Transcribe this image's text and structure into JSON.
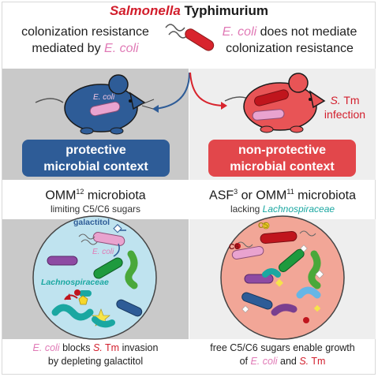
{
  "title": {
    "genus": "Salmonella",
    "species": "Typhimurium"
  },
  "top_left": {
    "line1": "colonization resistance",
    "line2_prefix": "mediated by ",
    "line2_ecoli": "E. coli"
  },
  "top_right": {
    "line1_ecoli": "E. coli",
    "line1_suffix": " does not mediate",
    "line2": "colonization resistance"
  },
  "mouse_left_label": "E. coli",
  "infection": {
    "s": "S.",
    "tm": " Tm",
    "line2": "infection"
  },
  "banner_left": {
    "line1": "protective",
    "line2": "microbial context"
  },
  "banner_right": {
    "line1": "non-protective",
    "line2": "microbial context"
  },
  "mid_left": {
    "prefix": "OMM",
    "sup": "12",
    "suffix": " microbiota",
    "sub": "limiting C5/C6 sugars"
  },
  "mid_right": {
    "prefix": "ASF",
    "sup": "3",
    "mid": " or OMM",
    "sup2": "11",
    "suffix": " microbiota",
    "sub_prefix": "lacking ",
    "sub_lach": "Lachnospiraceae"
  },
  "dish_left": {
    "galactitol": "galactitol",
    "ecoli": "E. coli",
    "lach": "Lachnospiraceae"
  },
  "dish_right": {
    "c5": "C5",
    "c6": "C6"
  },
  "bottom_left": {
    "ecoli": "E. coli",
    "mid": " blocks ",
    "stm_s": "S.",
    "stm_tm": " Tm",
    "suffix": " invasion",
    "line2": "by depleting galactitol"
  },
  "bottom_right": {
    "line1": "free C5/C6 sugars enable growth",
    "of": "of ",
    "ecoli": "E. coli",
    "and": " and ",
    "stm_s": "S.",
    "stm_tm": " Tm"
  },
  "colors": {
    "blue": "#2e5c97",
    "red": "#e2474b",
    "teal": "#1aa7a1",
    "pink": "#e07ab6"
  }
}
